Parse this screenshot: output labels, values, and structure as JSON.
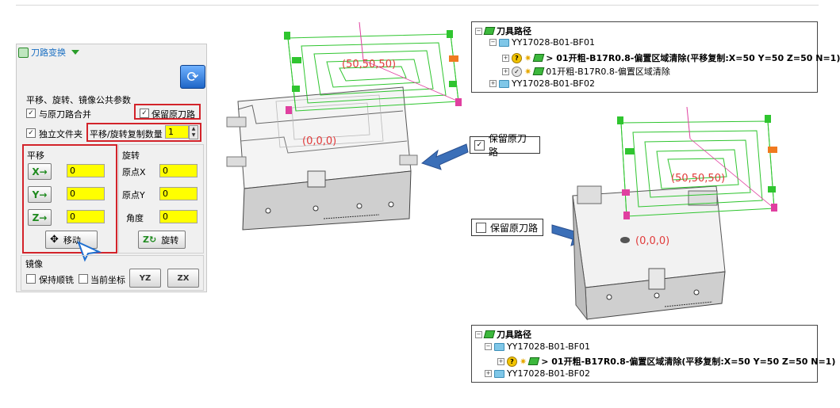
{
  "panel": {
    "title": "刀路变换",
    "section_common": "平移、旋转、镜像公共参数",
    "merge_label": "与原刀路合并",
    "merge_checked": "✓",
    "keep_original_label": "保留原刀路",
    "keep_original_checked": "✓",
    "separate_folder_label": "独立文件夹",
    "separate_folder_checked": "✓",
    "copy_count_label": "平移/旋转复制数量",
    "copy_count_value": "1",
    "translate": {
      "title": "平移",
      "x_value": "0",
      "y_value": "0",
      "z_value": "0",
      "x_icon": "X→",
      "y_icon": "Y→",
      "z_icon": "Z→",
      "move_label": "移动"
    },
    "rotate": {
      "title": "旋转",
      "origin_x_label": "原点X",
      "origin_x_value": "0",
      "origin_y_label": "原点Y",
      "origin_y_value": "0",
      "angle_label": "角度",
      "angle_value": "0",
      "rotate_label": "旋转"
    },
    "mirror": {
      "title": "镜像",
      "keep_climb_label": "保持顺铣",
      "current_coord_label": "当前坐标",
      "yz_label": "YZ",
      "zx_label": "ZX"
    }
  },
  "tree_top": {
    "root": "刀具路径",
    "folder1": "YY17028-B01-BF01",
    "item1": "> 01开粗-B17R0.8-偏置区域清除(平移复制:X=50 Y=50 Z=50 N=1)",
    "item2": "01开粗-B17R0.8-偏置区域清除",
    "folder2": "YY17028-B01-BF02"
  },
  "tree_bottom": {
    "root": "刀具路径",
    "folder1": "YY17028-B01-BF01",
    "item1": "> 01开粗-B17R0.8-偏置区域清除(平移复制:X=50 Y=50 Z=50 N=1)",
    "folder2": "YY17028-B01-BF02"
  },
  "callout_keep": {
    "label": "保留原刀路",
    "checked": "✓"
  },
  "callout_nokeep": {
    "label": "保留原刀路",
    "checked": ""
  },
  "coords": {
    "top_moved": "(50,50,50)",
    "top_origin": "(0,0,0)",
    "bottom_moved": "(50,50,50)",
    "bottom_origin": "(0,0,0)"
  },
  "colors": {
    "highlight": "#d3232a",
    "input_yellow": "#ffff00",
    "arrow_blue": "#3b6fb8",
    "toolpath_green": "#2fc52f"
  }
}
